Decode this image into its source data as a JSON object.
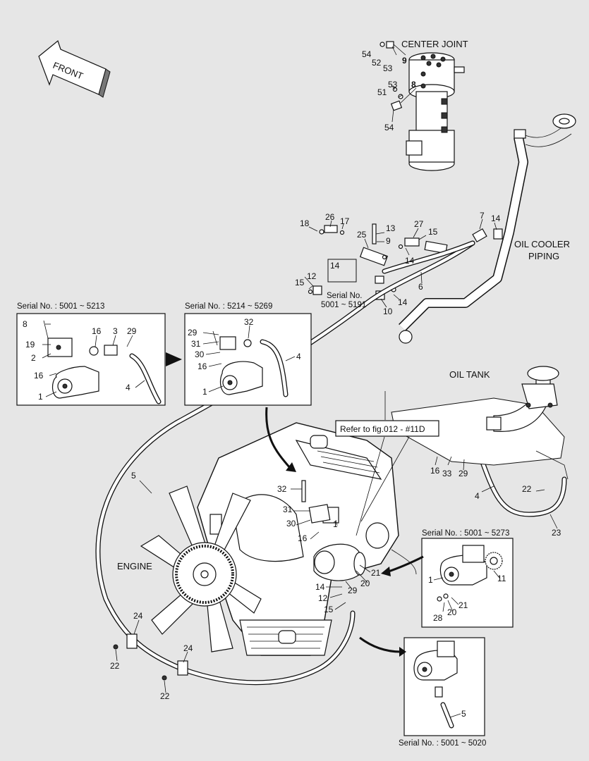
{
  "front_label": "FRONT",
  "titles": {
    "center_joint": "CENTER JOINT",
    "oil_cooler_1": "OIL COOLER",
    "oil_cooler_2": "PIPING",
    "oil_tank": "OIL TANK",
    "engine": "ENGINE",
    "refer": "Refer to fig.012 - #11D"
  },
  "serials": {
    "box_a": "Serial No. : 5001 ~ 5213",
    "box_b": "Serial No. : 5214 ~ 5269",
    "box_c": "Serial No. : 5001 ~ 5273",
    "box_d": "Serial No. : 5001 ~ 5020",
    "inline_1": "Serial No.",
    "inline_2": "5001 ~ 5191"
  },
  "callouts": {
    "cj": [
      "54",
      "52",
      "53",
      "9",
      "8",
      "53",
      "51",
      "54"
    ],
    "pipe": [
      "18",
      "26",
      "17",
      "13",
      "9",
      "25",
      "27",
      "15",
      "7",
      "14",
      "14",
      "12",
      "15",
      "14",
      "10",
      "14",
      "6"
    ],
    "box_a": [
      "8",
      "19",
      "2",
      "16",
      "3",
      "29",
      "16",
      "1",
      "4"
    ],
    "box_b": [
      "29",
      "32",
      "31",
      "30",
      "16",
      "1",
      "4"
    ],
    "tank": [
      "16",
      "33",
      "29",
      "4",
      "22",
      "23"
    ],
    "engine": [
      "5",
      "32",
      "31",
      "30",
      "16",
      "1",
      "21",
      "20",
      "29",
      "14",
      "12",
      "15"
    ],
    "box_c": [
      "1",
      "11",
      "21",
      "20",
      "28"
    ],
    "bottom": [
      "24",
      "22",
      "24",
      "22"
    ],
    "box_d": [
      "5"
    ]
  }
}
